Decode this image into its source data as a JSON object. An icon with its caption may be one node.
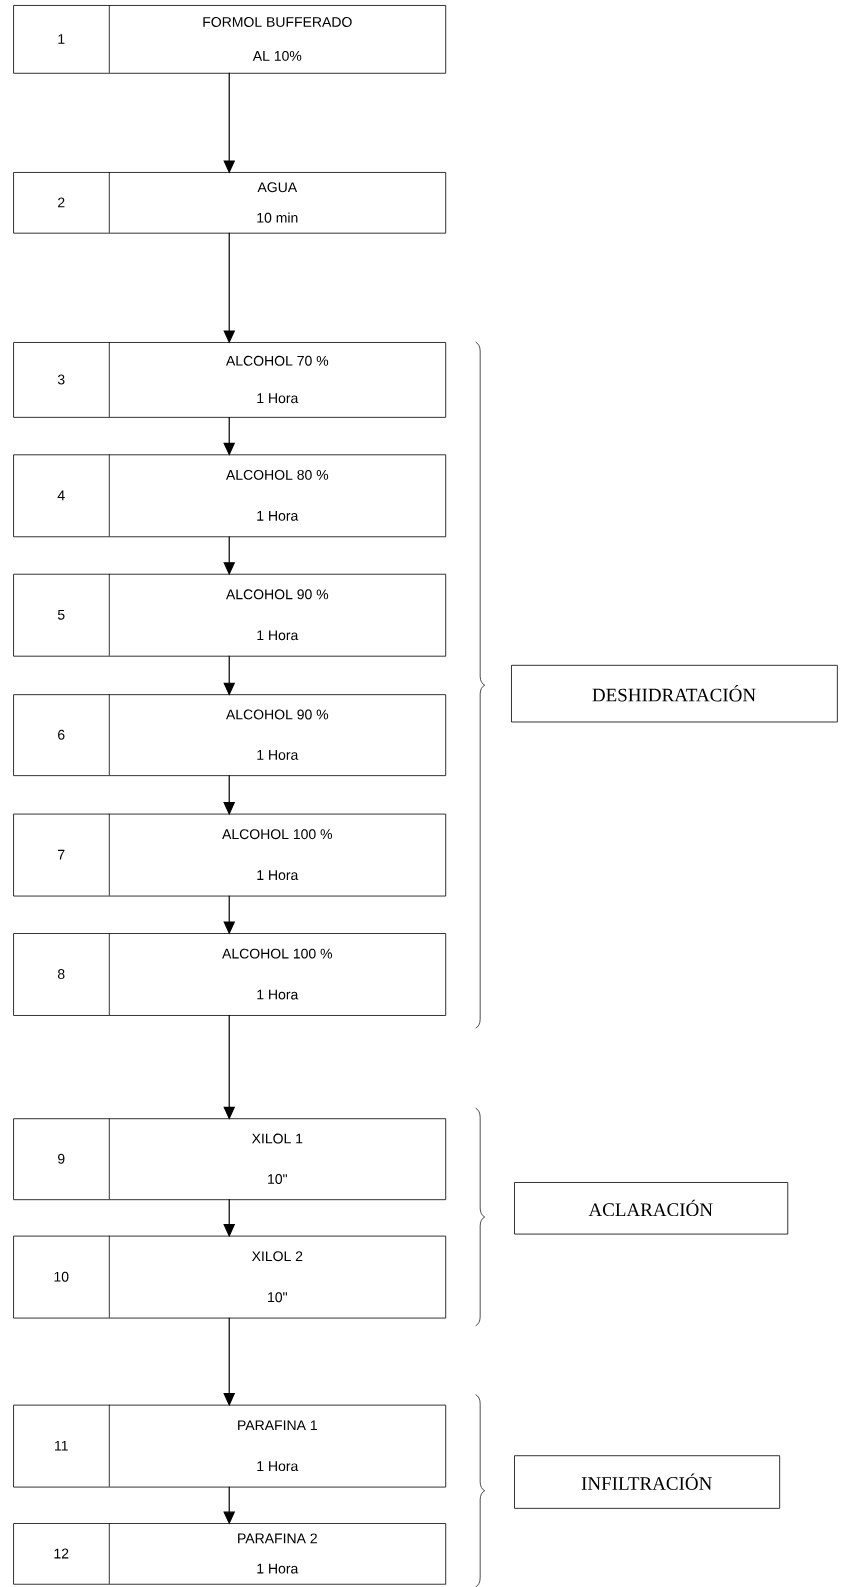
{
  "diagram": {
    "nodes": [
      {
        "text": [
          "1",
          "FORMOL BUFFERADO",
          "AL 10%"
        ]
      },
      {
        "text": [
          "2",
          "AGUA",
          "10 min"
        ]
      },
      {
        "text": [
          "3",
          "ALCOHOL 70 %",
          "1 Hora"
        ]
      },
      {
        "text": [
          "4",
          "ALCOHOL 80 %",
          "1 Hora"
        ]
      },
      {
        "text": [
          "5",
          "ALCOHOL 90 %",
          "1 Hora"
        ]
      },
      {
        "text": [
          "6",
          "ALCOHOL 90 %",
          "1 Hora"
        ]
      },
      {
        "text": [
          "7",
          "ALCOHOL 100 %",
          "1 Hora"
        ]
      },
      {
        "text": [
          "8",
          "ALCOHOL 100 %",
          "1 Hora"
        ]
      },
      {
        "text": [
          "9",
          "XILOL 1",
          "10\""
        ]
      },
      {
        "text": [
          "10",
          "XILOL 2",
          "10\""
        ]
      },
      {
        "text": [
          "11",
          "PARAFINA 1",
          "1 Hora"
        ]
      },
      {
        "text": [
          "12",
          "PARAFINA 2",
          "1 Hora"
        ]
      },
      {
        "text": [
          "DESHIDRATACIÓN"
        ]
      },
      {
        "text": [
          "ACLARACIÓN"
        ]
      },
      {
        "text": [
          "INFILTRACIÓN"
        ]
      }
    ],
    "edges": [
      {
        "from": 0,
        "to": 1,
        "arrow": "to"
      },
      {
        "from": 1,
        "to": 2,
        "arrow": "to"
      },
      {
        "from": 2,
        "to": 3,
        "arrow": "to"
      },
      {
        "from": 3,
        "to": 4,
        "arrow": "to"
      },
      {
        "from": 4,
        "to": 5,
        "arrow": "to"
      },
      {
        "from": 5,
        "to": 6,
        "arrow": "to"
      },
      {
        "from": 6,
        "to": 7,
        "arrow": "to"
      },
      {
        "from": 7,
        "to": 8,
        "arrow": "to"
      },
      {
        "from": 8,
        "to": 9,
        "arrow": "to"
      },
      {
        "from": 9,
        "to": 10,
        "arrow": "to"
      },
      {
        "from": 10,
        "to": 11,
        "arrow": "to"
      }
    ]
  }
}
